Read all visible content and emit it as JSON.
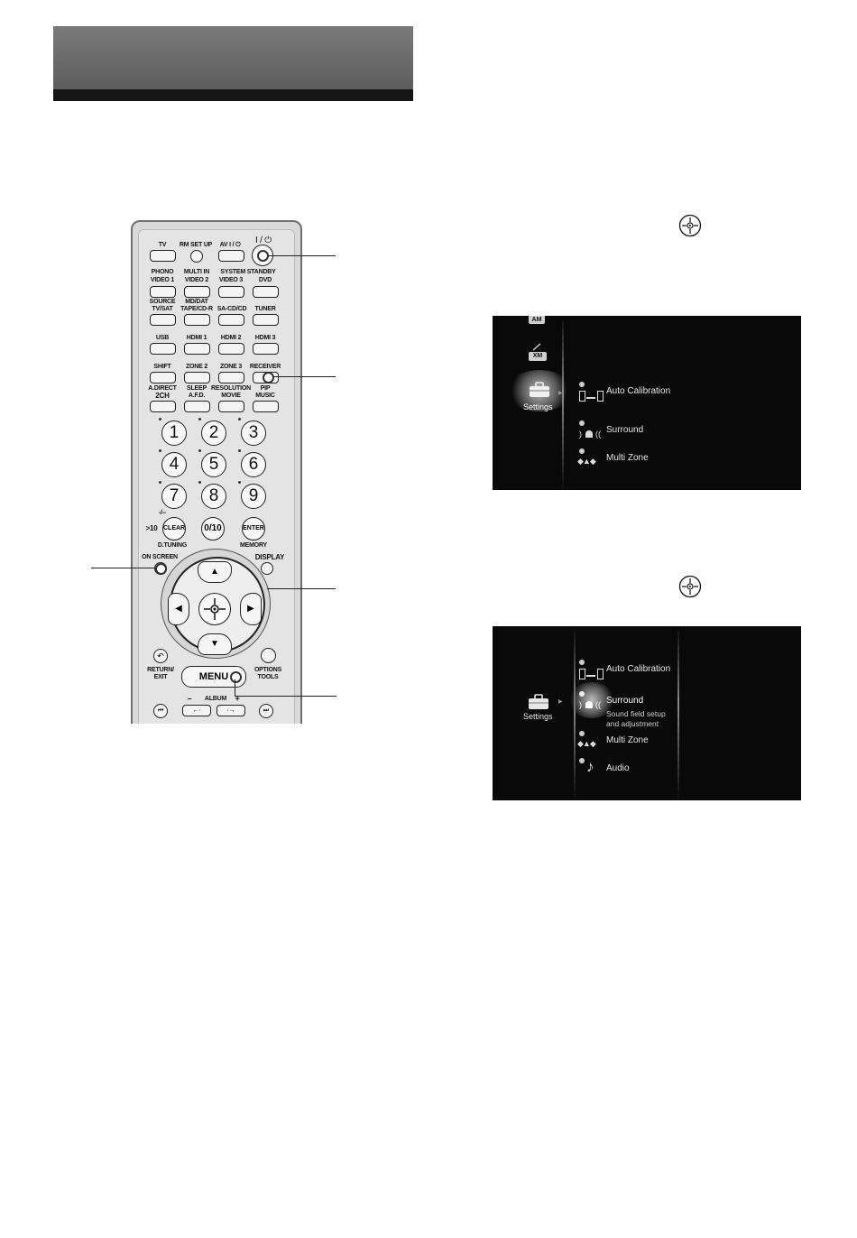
{
  "remote": {
    "row1": [
      "TV",
      "RM SET UP",
      "AV I / ⏻",
      "I / ⏻"
    ],
    "row2_top": [
      "PHONO",
      "MULTI IN",
      "SYSTEM STANDBY"
    ],
    "row2_bot": [
      "VIDEO 1",
      "VIDEO 2",
      "VIDEO 3",
      "DVD"
    ],
    "row3_top": [
      "SOURCE",
      "MD/DAT"
    ],
    "row3_bot": [
      "TV/SAT",
      "TAPE/CD-R",
      "SA-CD/CD",
      "TUNER"
    ],
    "row4": [
      "USB",
      "HDMI 1",
      "HDMI 2",
      "HDMI 3"
    ],
    "row5": [
      "SHIFT",
      "ZONE 2",
      "ZONE 3",
      "RECEIVER"
    ],
    "row6_top": [
      "A.DIRECT",
      "SLEEP",
      "RESOLUTION",
      "PIP"
    ],
    "row6_bot": [
      "2CH",
      "A.F.D.",
      "MOVIE",
      "MUSIC"
    ],
    "numbers": [
      "1",
      "2",
      "3",
      "4",
      "5",
      "6",
      "7",
      "8",
      "9"
    ],
    "gt10": ">10",
    "plusminus": "-/--",
    "clear": "CLEAR",
    "zero": "0/10",
    "enter": "ENTER",
    "dtuning": "D.TUNING",
    "memory": "MEMORY",
    "on_screen": "ON SCREEN",
    "display": "DISPLAY",
    "return_exit": [
      "RETURN/",
      "EXIT"
    ],
    "options_tools": [
      "OPTIONS",
      "TOOLS"
    ],
    "menu": "MENU",
    "album": "ALBUM",
    "minus": "–",
    "plus": "+"
  },
  "screen1": {
    "side": [
      "AM",
      "XM",
      "Settings"
    ],
    "items": [
      "Auto Calibration",
      "Surround",
      "Multi Zone"
    ]
  },
  "screen2": {
    "side": "Settings",
    "items": [
      "Auto Calibration",
      "Surround",
      "Multi Zone",
      "Audio"
    ],
    "surround_sub": [
      "Sound field setup",
      "and adjustment"
    ]
  }
}
